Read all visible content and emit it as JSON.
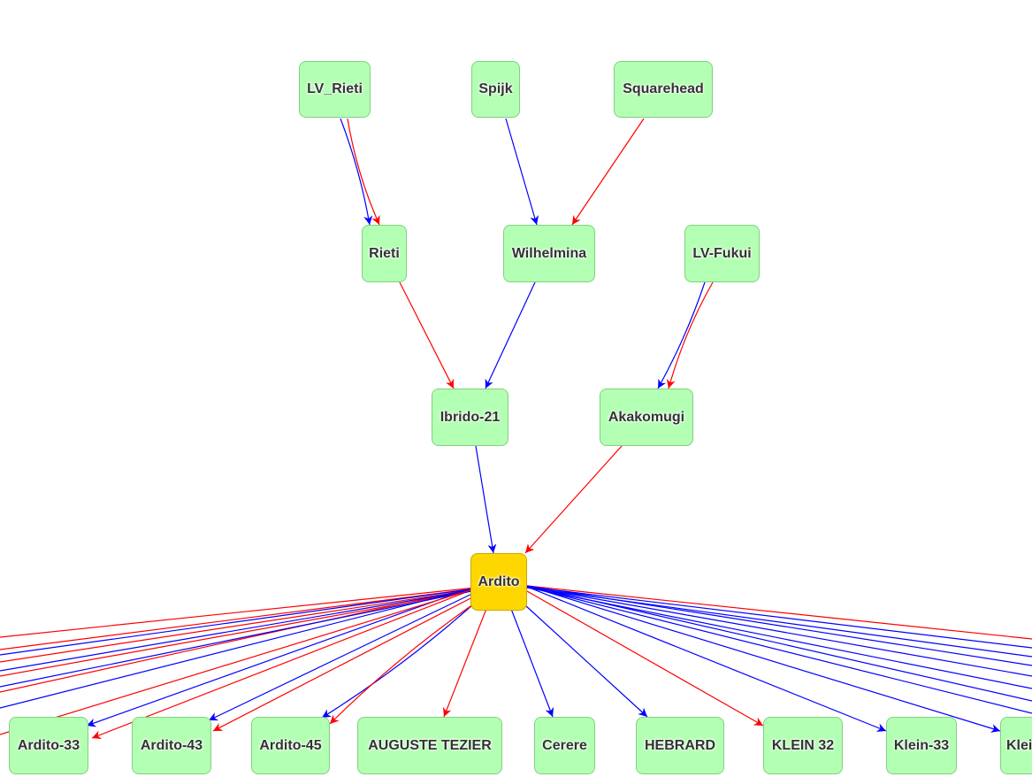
{
  "colors": {
    "node_fill": "#b3ffb3",
    "focus_fill": "#ffd700",
    "edge_blue": "#0000ff",
    "edge_red": "#ff0000"
  },
  "nodes": {
    "lv_rieti": "LV_Rieti",
    "spijk": "Spijk",
    "squarehead": "Squarehead",
    "rieti": "Rieti",
    "wilhelmina": "Wilhelmina",
    "lv_fukui": "LV-Fukui",
    "ibrido_21": "Ibrido-21",
    "akakomugi": "Akakomugi",
    "ardito": "Ardito",
    "ardito_33": "Ardito-33",
    "ardito_43": "Ardito-43",
    "ardito_45": "Ardito-45",
    "auguste_tezier": "AUGUSTE TEZIER",
    "cerere": "Cerere",
    "hebrard": "HEBRARD",
    "klein_32": "KLEIN 32",
    "klein_33": "Klein-33",
    "klein_partial": "Klei"
  },
  "edges": [
    {
      "from": "lv_rieti",
      "to": "rieti",
      "color": "blue"
    },
    {
      "from": "lv_rieti",
      "to": "rieti",
      "color": "red"
    },
    {
      "from": "spijk",
      "to": "wilhelmina",
      "color": "blue"
    },
    {
      "from": "squarehead",
      "to": "wilhelmina",
      "color": "red"
    },
    {
      "from": "rieti",
      "to": "ibrido_21",
      "color": "red"
    },
    {
      "from": "wilhelmina",
      "to": "ibrido_21",
      "color": "blue"
    },
    {
      "from": "lv_fukui",
      "to": "akakomugi",
      "color": "blue"
    },
    {
      "from": "lv_fukui",
      "to": "akakomugi",
      "color": "red"
    },
    {
      "from": "ibrido_21",
      "to": "ardito",
      "color": "blue"
    },
    {
      "from": "akakomugi",
      "to": "ardito",
      "color": "red"
    },
    {
      "from": "ardito",
      "to": "ardito_33",
      "color": "blue"
    },
    {
      "from": "ardito",
      "to": "ardito_33",
      "color": "red"
    },
    {
      "from": "ardito",
      "to": "ardito_43",
      "color": "blue"
    },
    {
      "from": "ardito",
      "to": "ardito_43",
      "color": "red"
    },
    {
      "from": "ardito",
      "to": "ardito_45",
      "color": "blue"
    },
    {
      "from": "ardito",
      "to": "ardito_45",
      "color": "red"
    },
    {
      "from": "ardito",
      "to": "auguste_tezier",
      "color": "red"
    },
    {
      "from": "ardito",
      "to": "cerere",
      "color": "blue"
    },
    {
      "from": "ardito",
      "to": "hebrard",
      "color": "blue"
    },
    {
      "from": "ardito",
      "to": "klein_32",
      "color": "red"
    },
    {
      "from": "ardito",
      "to": "klein_33",
      "color": "blue"
    },
    {
      "from": "ardito",
      "to": "klein_partial",
      "color": "blue"
    }
  ]
}
